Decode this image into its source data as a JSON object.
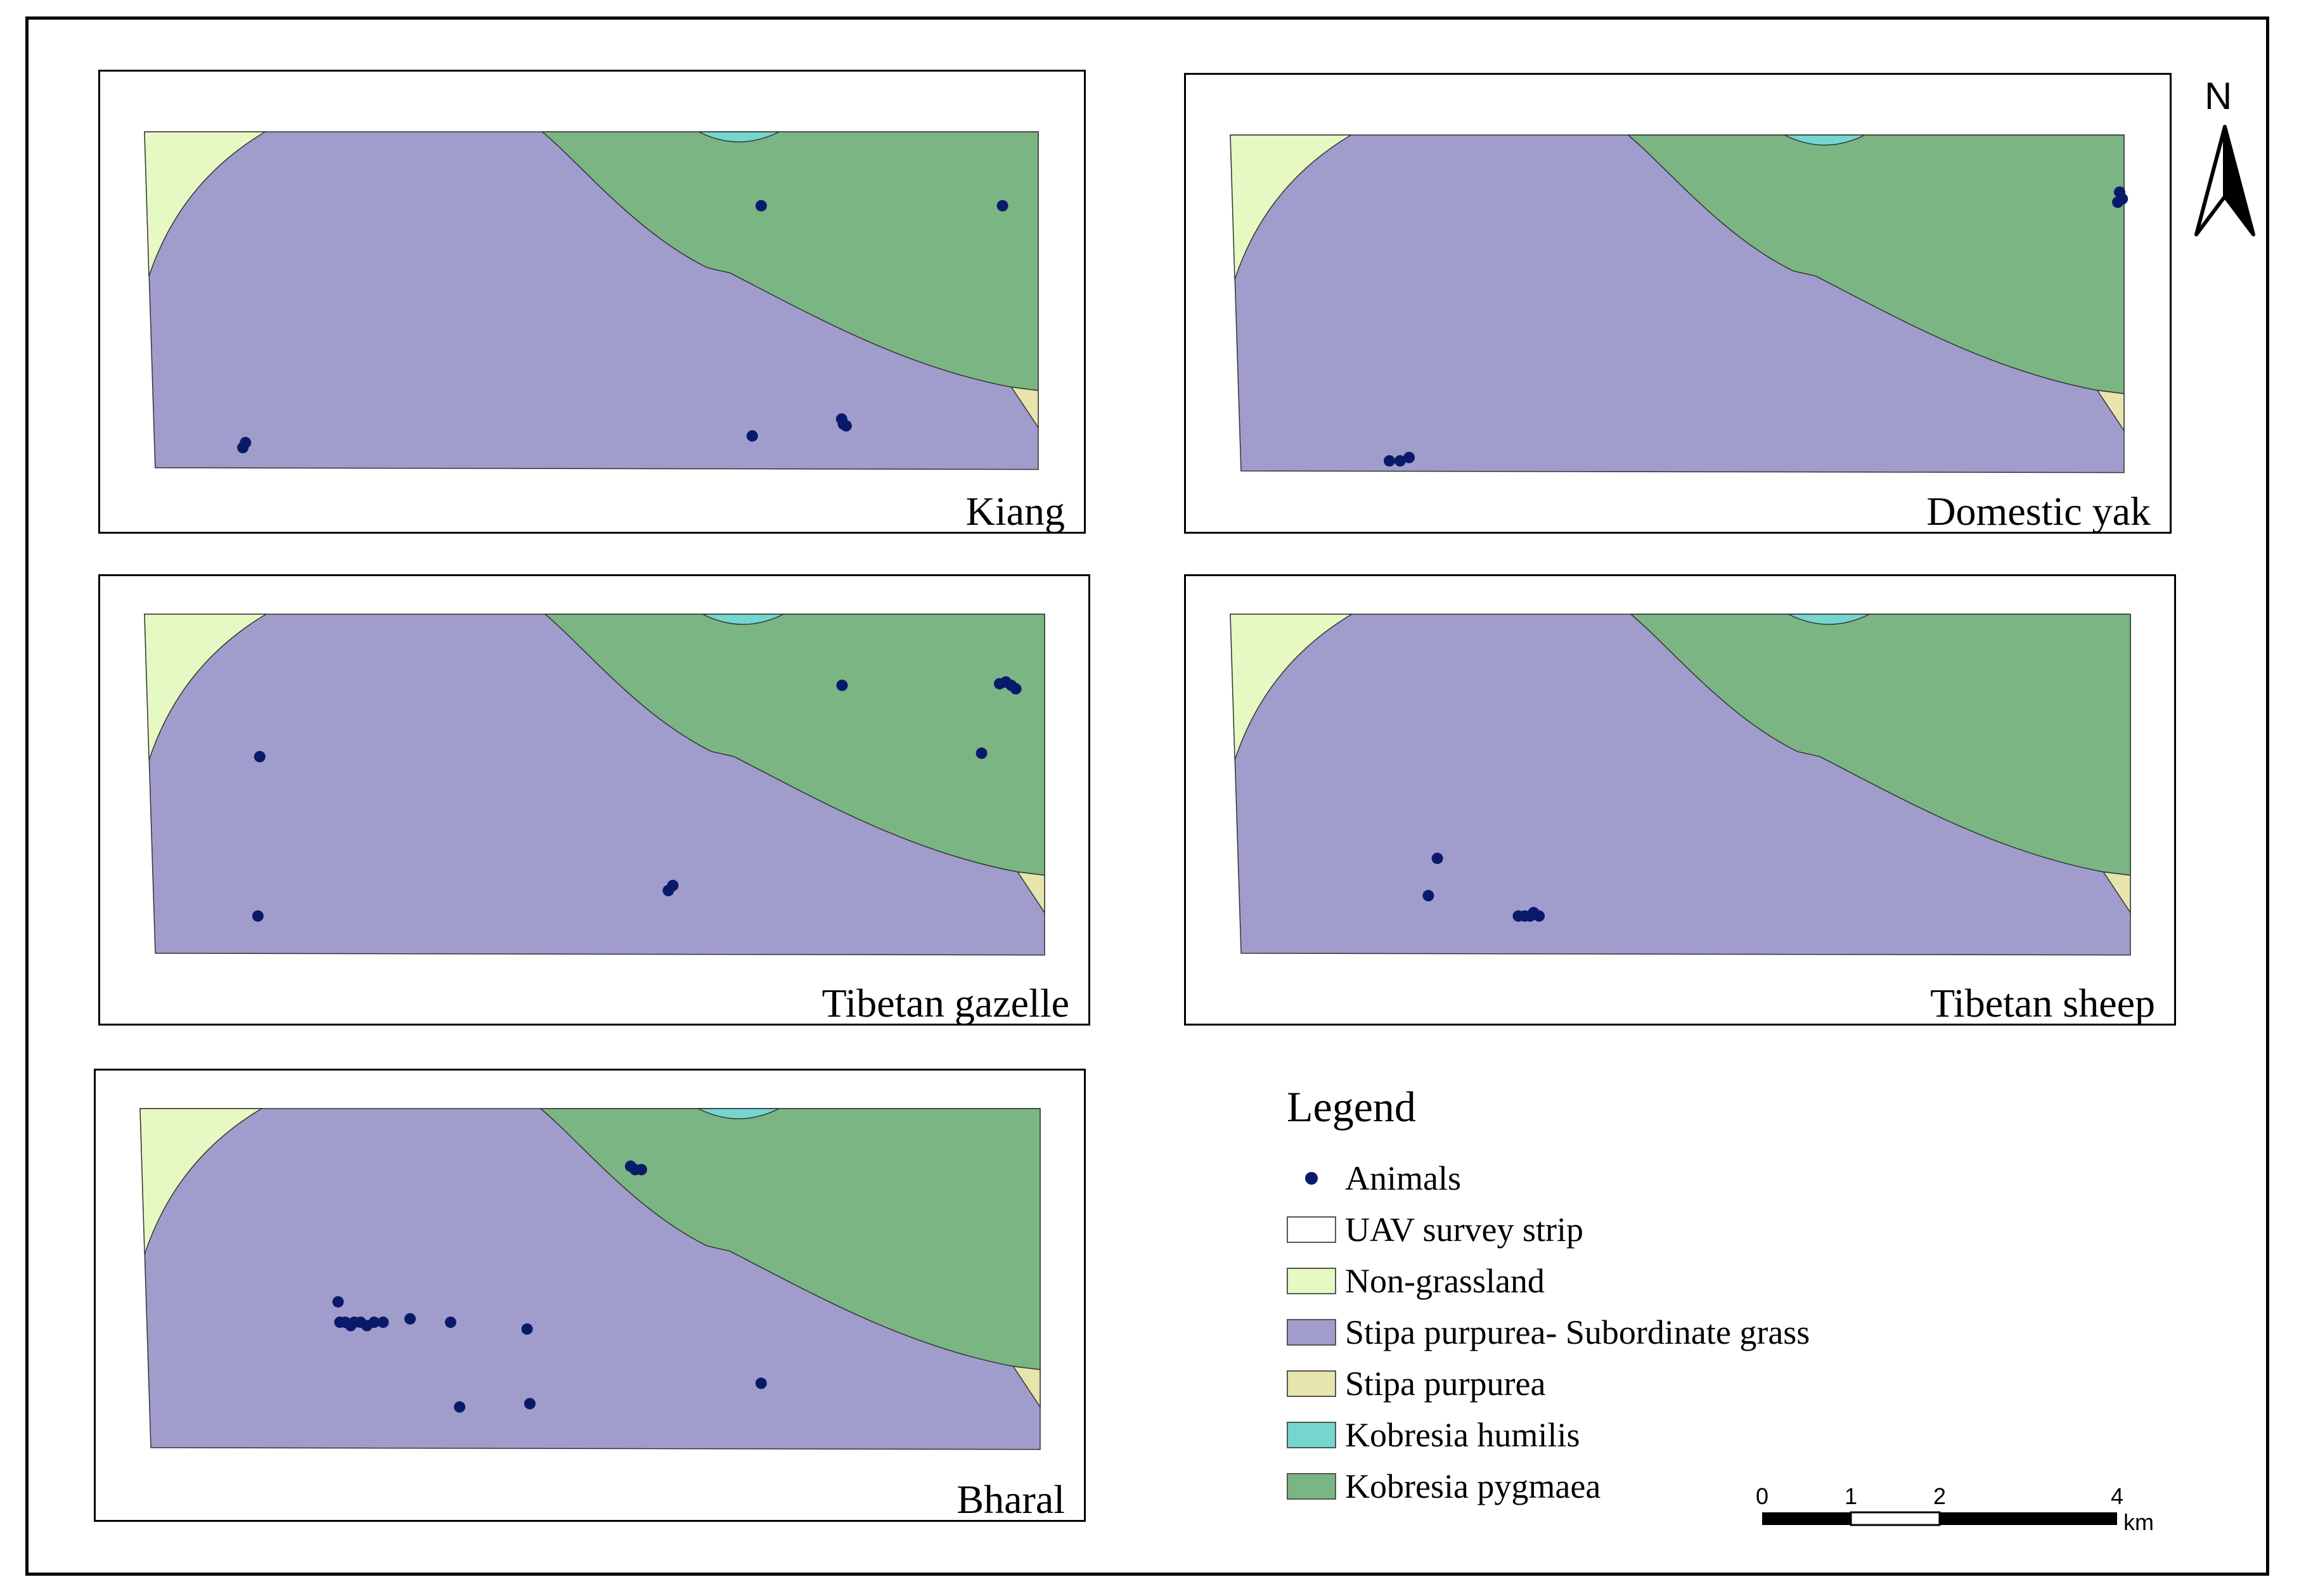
{
  "colors": {
    "non_grassland": "#e6f9c3",
    "stipa_subordinate": "#a09dcc",
    "stipa_purpurea": "#e7e4ad",
    "kobresia_humilis": "#74d6cf",
    "kobresia_pygmaea": "#7ab583",
    "animal": "#0a1a6a",
    "outline": "#333333"
  },
  "panels": [
    {
      "id": "kiang",
      "label": "Kiang",
      "points": [
        [
          0.11,
          0.94
        ],
        [
          0.113,
          0.925
        ],
        [
          0.68,
          0.905
        ],
        [
          0.78,
          0.855
        ],
        [
          0.782,
          0.87
        ],
        [
          0.785,
          0.875
        ],
        [
          0.69,
          0.22
        ],
        [
          0.96,
          0.22
        ]
      ]
    },
    {
      "id": "domestic-yak",
      "label": "Domestic yak",
      "points": [
        [
          0.178,
          0.97
        ],
        [
          0.19,
          0.97
        ],
        [
          0.2,
          0.96
        ],
        [
          0.995,
          0.17
        ],
        [
          0.998,
          0.19
        ],
        [
          0.993,
          0.2
        ]
      ]
    },
    {
      "id": "tibetan-gazelle",
      "label": "Tibetan gazelle",
      "points": [
        [
          0.128,
          0.42
        ],
        [
          0.126,
          0.89
        ],
        [
          0.582,
          0.815
        ],
        [
          0.587,
          0.8
        ],
        [
          0.775,
          0.21
        ],
        [
          0.95,
          0.205
        ],
        [
          0.957,
          0.2
        ],
        [
          0.963,
          0.21
        ],
        [
          0.968,
          0.22
        ],
        [
          0.93,
          0.41
        ]
      ]
    },
    {
      "id": "tibetan-sheep",
      "label": "Tibetan sheep",
      "points": [
        [
          0.23,
          0.72
        ],
        [
          0.22,
          0.83
        ],
        [
          0.32,
          0.89
        ],
        [
          0.327,
          0.89
        ],
        [
          0.333,
          0.89
        ],
        [
          0.337,
          0.88
        ],
        [
          0.343,
          0.89
        ]
      ]
    },
    {
      "id": "bharal",
      "label": "Bharal",
      "points": [
        [
          0.22,
          0.57
        ],
        [
          0.222,
          0.63
        ],
        [
          0.228,
          0.63
        ],
        [
          0.234,
          0.64
        ],
        [
          0.238,
          0.63
        ],
        [
          0.245,
          0.63
        ],
        [
          0.252,
          0.64
        ],
        [
          0.26,
          0.63
        ],
        [
          0.27,
          0.63
        ],
        [
          0.3,
          0.62
        ],
        [
          0.345,
          0.63
        ],
        [
          0.43,
          0.65
        ],
        [
          0.355,
          0.88
        ],
        [
          0.433,
          0.87
        ],
        [
          0.69,
          0.81
        ],
        [
          0.545,
          0.17
        ],
        [
          0.55,
          0.18
        ],
        [
          0.557,
          0.18
        ]
      ]
    }
  ],
  "legend": {
    "title": "Legend",
    "items": [
      {
        "type": "dot",
        "label": "Animals"
      },
      {
        "type": "swatch",
        "color": "#ffffff",
        "label": "UAV survey strip"
      },
      {
        "type": "swatch",
        "color": "#e6f9c3",
        "label": "Non-grassland"
      },
      {
        "type": "swatch",
        "color": "#a09dcc",
        "label": "Stipa purpurea- Subordinate grass"
      },
      {
        "type": "swatch",
        "color": "#e7e4ad",
        "label": "Stipa purpurea"
      },
      {
        "type": "swatch",
        "color": "#74d6cf",
        "label": "Kobresia humilis"
      },
      {
        "type": "swatch",
        "color": "#7ab583",
        "label": "Kobresia pygmaea"
      }
    ]
  },
  "north_label": "N",
  "scale": {
    "ticks": [
      "0",
      "1",
      "2",
      "4"
    ],
    "unit": "km"
  }
}
